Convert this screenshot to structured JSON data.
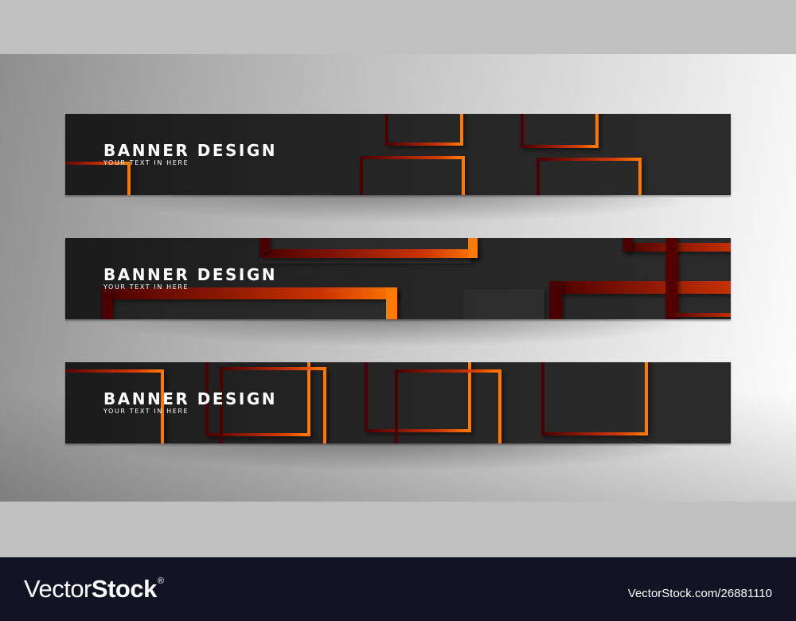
{
  "banners": [
    {
      "title": "BANNER DESIGN",
      "subtitle": "YOUR TEXT IN HERE"
    },
    {
      "title": "BANNER DESIGN",
      "subtitle": "YOUR TEXT IN HERE"
    },
    {
      "title": "BANNER DESIGN",
      "subtitle": "YOUR TEXT IN HERE"
    }
  ],
  "colors": {
    "banner_background": "#242424",
    "accent_dark": "#4a0000",
    "accent_mid": "#cc3400",
    "accent_light": "#ff7a00",
    "footer_background": "#121225"
  },
  "footer": {
    "logo_light": "Vector",
    "logo_bold": "Stock",
    "logo_mark": "®",
    "reference": "VectorStock.com/26881110"
  }
}
